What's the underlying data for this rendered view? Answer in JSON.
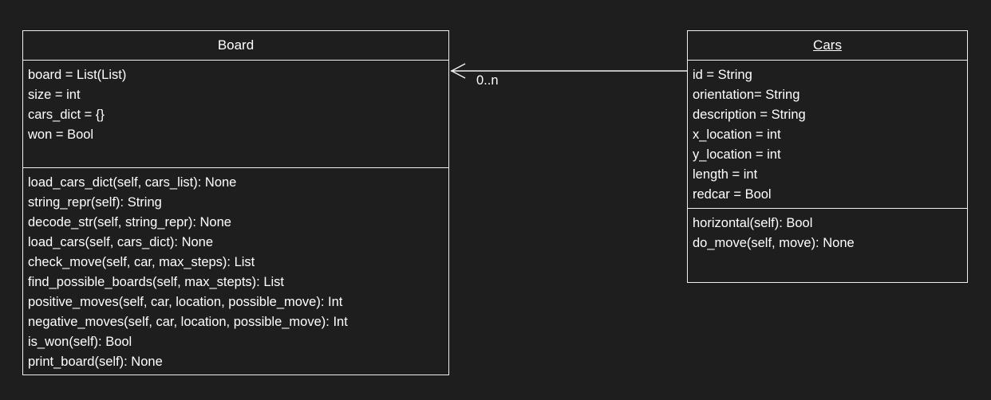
{
  "board": {
    "name": "Board",
    "attributes": [
      "board = List(List)",
      "size = int",
      "cars_dict = {}",
      "won = Bool"
    ],
    "methods": [
      "load_cars_dict(self, cars_list): None",
      "string_repr(self): String",
      "decode_str(self, string_repr): None",
      "load_cars(self, cars_dict): None",
      "check_move(self, car, max_steps): List",
      "find_possible_boards(self, max_stepts): List",
      "positive_moves(self, car, location, possible_move): Int",
      "negative_moves(self, car, location, possible_move): Int",
      "is_won(self): Bool",
      "print_board(self): None"
    ]
  },
  "cars": {
    "name": "Cars",
    "attributes": [
      "id = String",
      "orientation= String",
      "description = String",
      "x_location = int",
      "y_location = int",
      "length = int",
      "redcar = Bool"
    ],
    "methods": [
      "horizontal(self): Bool",
      "do_move(self, move): None"
    ]
  },
  "association": {
    "multiplicity": "0..n"
  },
  "colors": {
    "background": "#1e1e1e",
    "line": "#f0f0f0",
    "text": "#ffffff"
  }
}
